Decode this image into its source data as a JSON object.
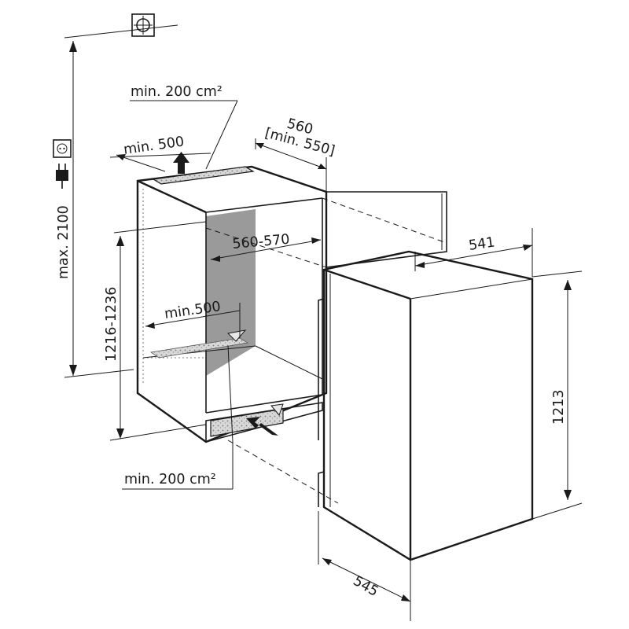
{
  "labels": {
    "vent_top": "min. 200 cm²",
    "vent_bottom": "min. 200 cm²",
    "depth_top": "min. 500",
    "depth_bottom": "min.500",
    "niche_depth_1": "560",
    "niche_depth_2": "[min. 550]",
    "niche_width": "560-570",
    "niche_height": "1216-1236",
    "socket_height": "max. 2100",
    "appliance_width": "541",
    "appliance_height": "1213",
    "appliance_depth": "545"
  },
  "icons": {
    "socket_box": "electrical-box-icon",
    "wall_socket": "wall-socket-icon",
    "plug": "power-plug-icon",
    "airflow": "airflow-arrow-icon"
  },
  "colors": {
    "line": "#1a1a1a",
    "niche_back_wall": "#9a9a9a",
    "vent_fill": "#c8c8c8",
    "background": "#ffffff"
  }
}
